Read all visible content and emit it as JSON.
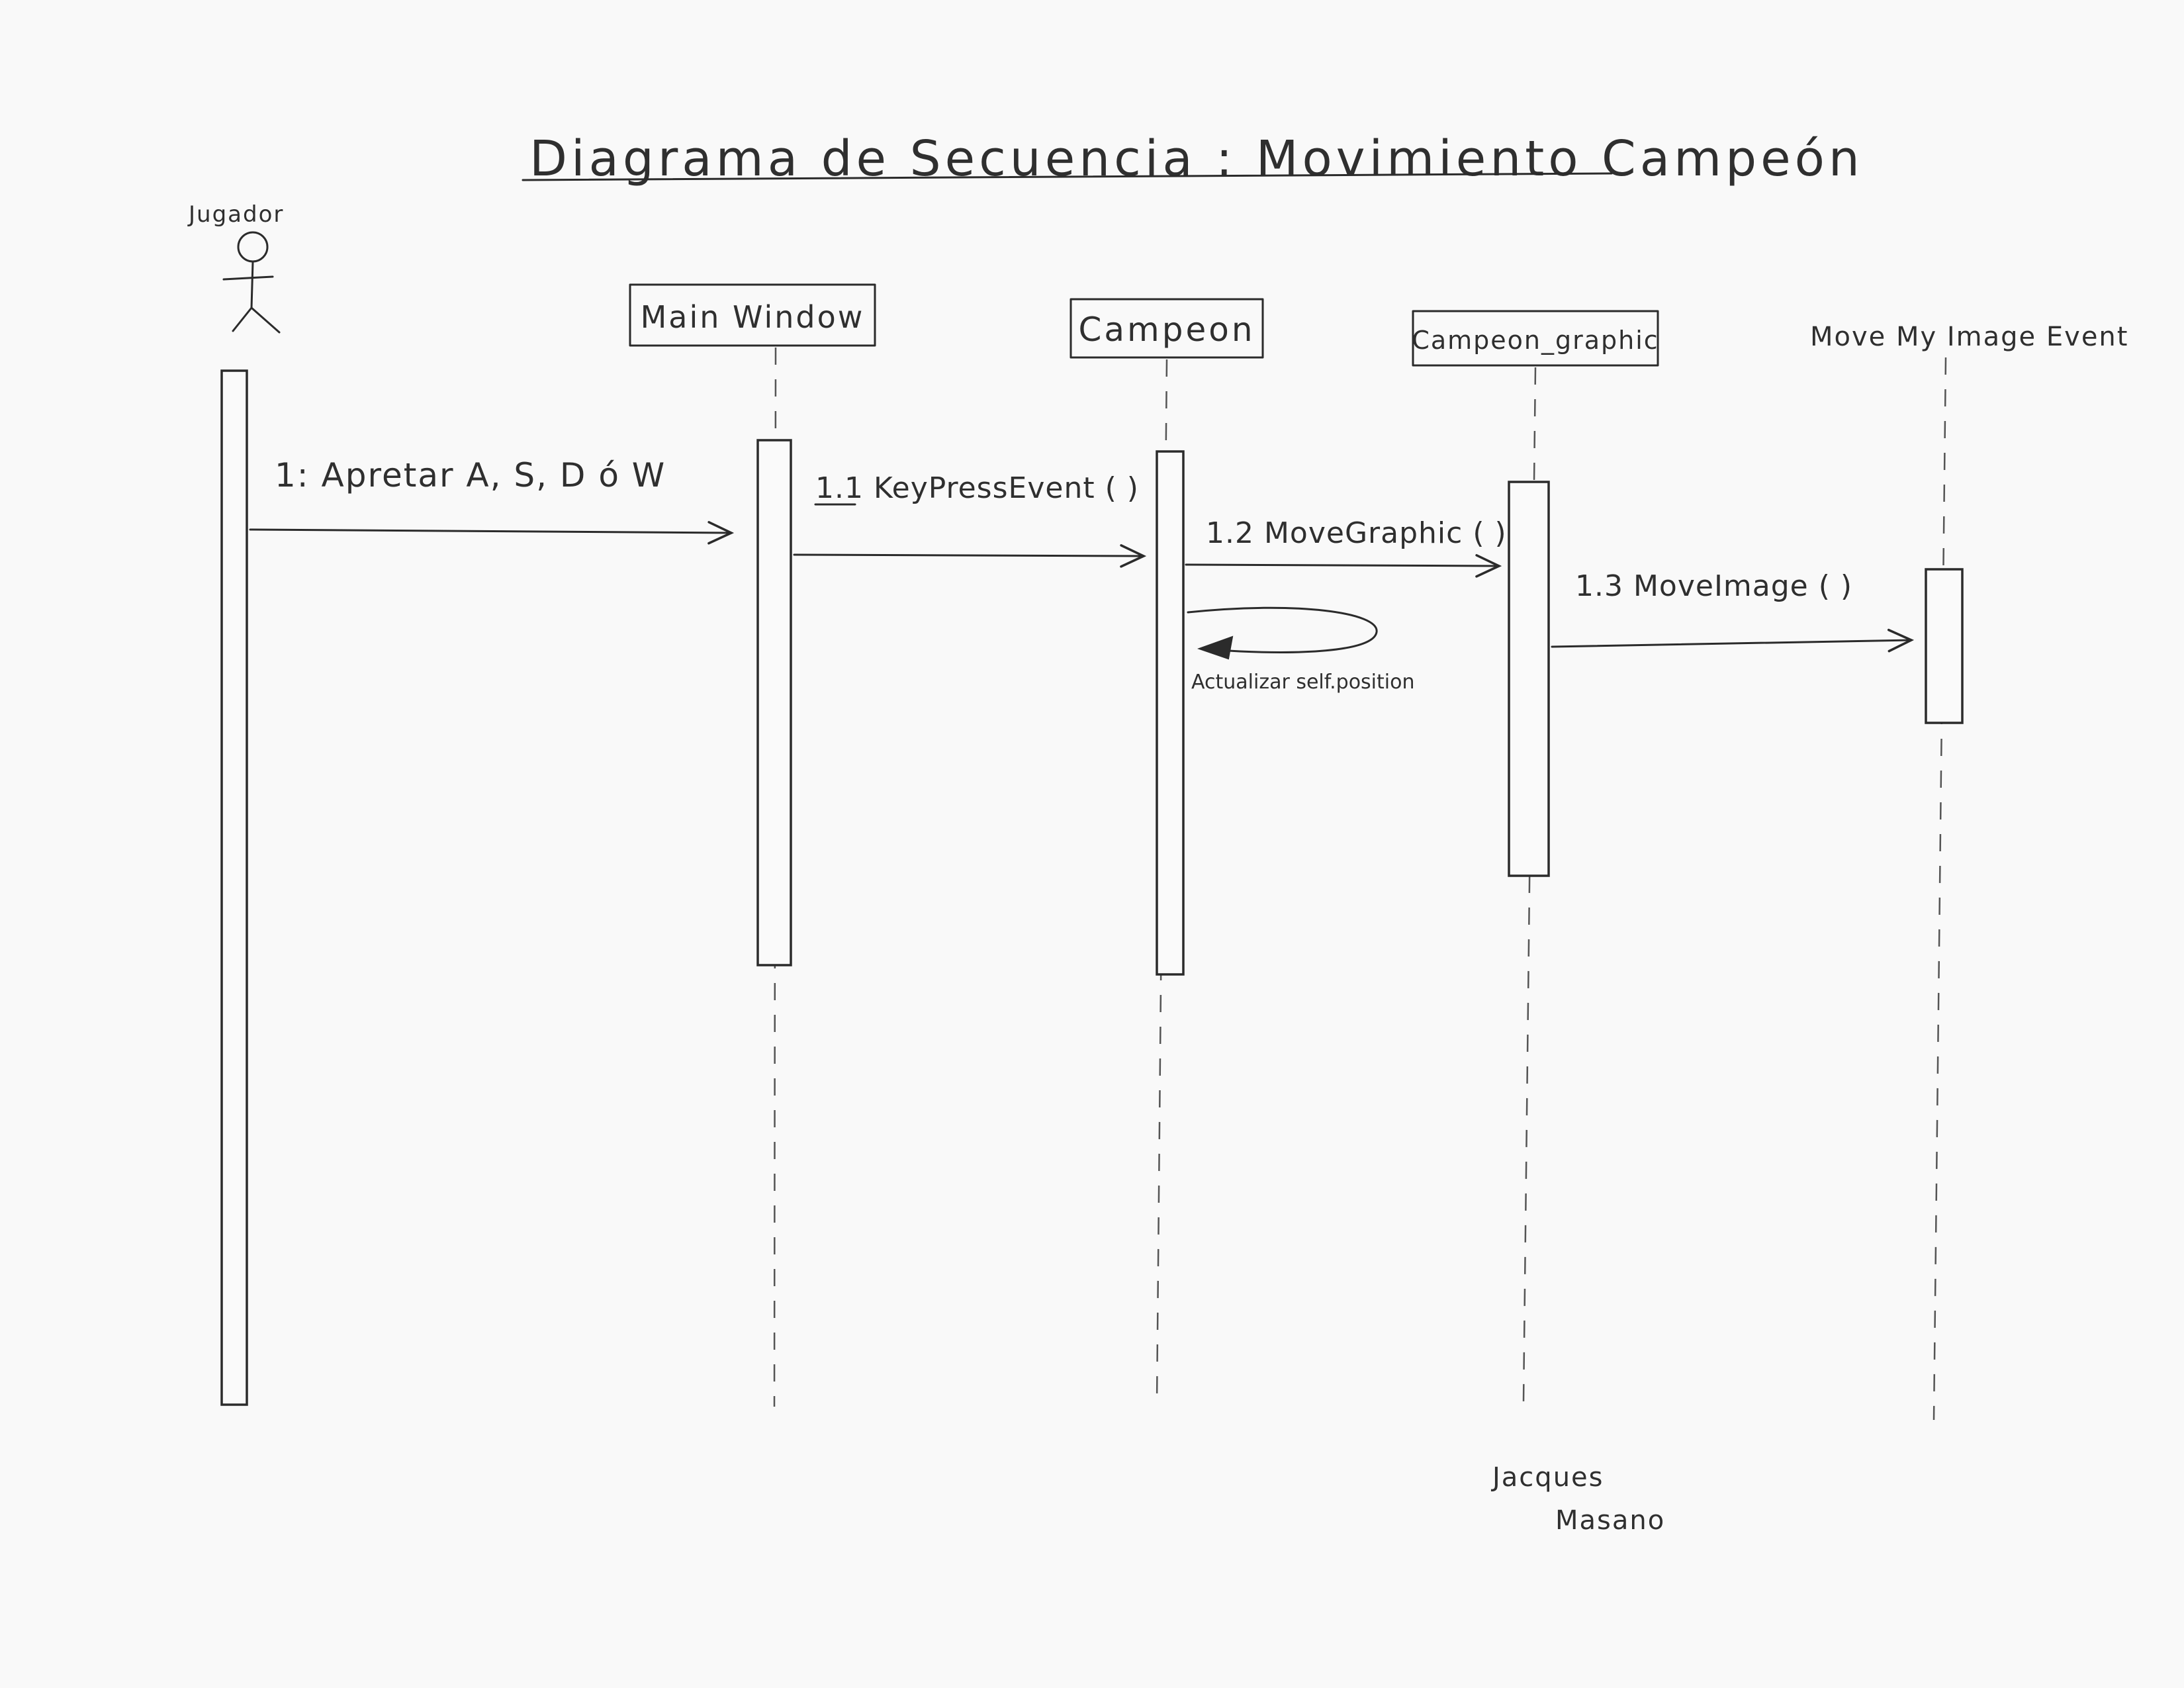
{
  "diagram": {
    "title": "Diagrama de Secuencia : Movimiento Campeón",
    "actor": {
      "name": "Jugador"
    },
    "participants": [
      {
        "id": "main_window",
        "label": "Main Window"
      },
      {
        "id": "campeon",
        "label": "Campeon"
      },
      {
        "id": "campeon_graphic",
        "label": "Campeon_graphic"
      },
      {
        "id": "move_my_image_event",
        "label": "Move My Image Event"
      }
    ],
    "messages": [
      {
        "id": "m1",
        "label": "1: Apretar A, S, D ó W",
        "from": "jugador",
        "to": "main_window"
      },
      {
        "id": "m11",
        "label": "1.1 KeyPressEvent ( )",
        "from": "main_window",
        "to": "campeon"
      },
      {
        "id": "m12",
        "label": "1.2 MoveGraphic ( )",
        "from": "campeon",
        "to": "campeon_graphic"
      },
      {
        "id": "m13",
        "label": "1.3 MoveImage ( )",
        "from": "campeon_graphic",
        "to": "move_my_image_event"
      }
    ],
    "self_message": {
      "label": "Actualizar self.position",
      "on": "campeon"
    },
    "signature": {
      "line1": "Jacques",
      "line2": "Masano"
    }
  }
}
